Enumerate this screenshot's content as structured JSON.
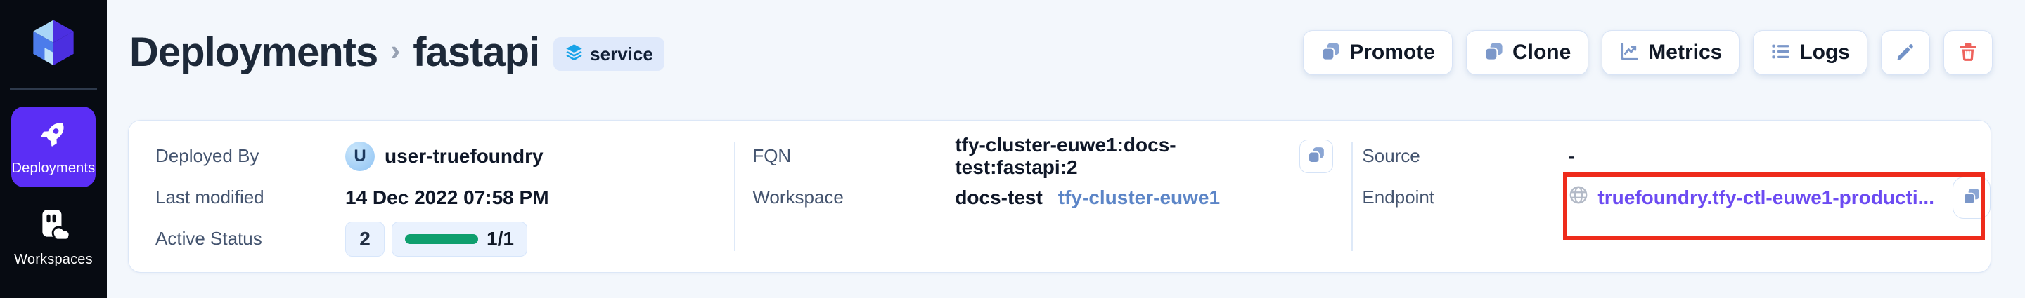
{
  "colors": {
    "accent_purple": "#5B2EF5",
    "status_green": "#0E9F6E",
    "annotation_red": "#EE2B1B",
    "cluster_link_blue": "#5C85C7",
    "endpoint_link_violet": "#6C4BF2",
    "button_icon_blue": "#7B97C9",
    "delete_icon_red": "#EE625C",
    "service_badge_icon_blue": "#18A3E8",
    "sidebar_bg": "#070B12",
    "page_bg": "#F3F7FC"
  },
  "icons": {
    "logo": "truefoundry-cube-icon",
    "deployments": "rocket-icon",
    "workspaces": "workspaces-cloud-icon",
    "badge": "layers-icon",
    "promote": "duplicate-icon",
    "clone": "duplicate-icon",
    "metrics": "chart-line-icon",
    "logs": "list-icon",
    "edit": "pencil-icon",
    "delete": "trash-icon",
    "copy": "copy-icon",
    "endpoint": "globe-icon"
  },
  "sidebar": {
    "items": [
      {
        "label": "Deployments",
        "icon": "rocket-icon",
        "active": true
      },
      {
        "label": "Workspaces",
        "icon": "workspaces-cloud-icon",
        "active": false
      }
    ]
  },
  "header": {
    "breadcrumb_root": "Deployments",
    "separator": "›",
    "entity_name": "fastapi",
    "badge": {
      "label": "service",
      "icon": "layers-icon"
    },
    "actions": [
      {
        "label": "Promote",
        "icon": "duplicate-icon"
      },
      {
        "label": "Clone",
        "icon": "duplicate-icon"
      },
      {
        "label": "Metrics",
        "icon": "chart-line-icon"
      },
      {
        "label": "Logs",
        "icon": "list-icon"
      },
      {
        "label": "",
        "icon": "pencil-icon"
      },
      {
        "label": "",
        "icon": "trash-icon"
      }
    ]
  },
  "card": {
    "deployed_by": {
      "label": "Deployed By",
      "avatar_initial": "U",
      "value": "user-truefoundry"
    },
    "last_modified": {
      "label": "Last modified",
      "value": "14 Dec 2022 07:58 PM"
    },
    "active_status": {
      "label": "Active Status",
      "version": "2",
      "replicas": "1/1"
    },
    "fqn": {
      "label": "FQN",
      "value": "tfy-cluster-euwe1:docs-test:fastapi:2"
    },
    "workspace": {
      "label": "Workspace",
      "value": "docs-test",
      "cluster": "tfy-cluster-euwe1"
    },
    "source": {
      "label": "Source",
      "value": "-"
    },
    "endpoint": {
      "label": "Endpoint",
      "value": "truefoundry.tfy-ctl-euwe1-producti..."
    }
  }
}
